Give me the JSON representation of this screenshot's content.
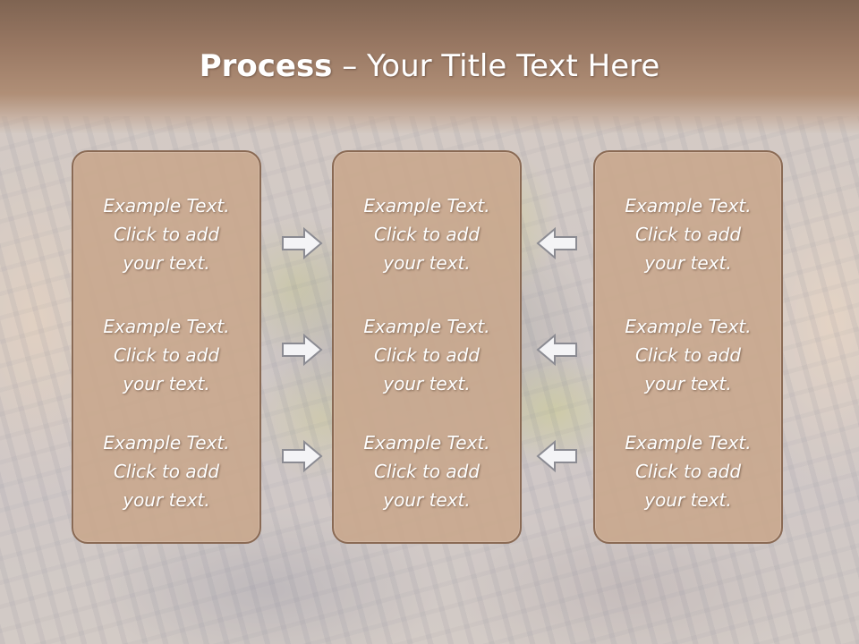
{
  "slide": {
    "title_bold": "Process",
    "title_rest": " – Your Title Text Here",
    "columns": [
      {
        "blocks": [
          "Example Text.\nClick  to add\nyour text.",
          "Example Text.\nClick  to add\nyour text.",
          "Example Text.\nClick  to add\nyour text."
        ]
      },
      {
        "blocks": [
          "Example Text.\nClick  to add\nyour text.",
          "Example Text.\nClick  to add\nyour text.",
          "Example Text.\nClick  to add\nyour text."
        ]
      },
      {
        "blocks": [
          "Example Text.\nClick  to add\nyour text.",
          "Example Text.\nClick  to add\nyour text.",
          "Example Text.\nClick  to add\nyour text."
        ]
      }
    ],
    "arrows": {
      "left_to_middle": [
        "arrow-right-icon",
        "arrow-right-icon",
        "arrow-right-icon"
      ],
      "right_to_middle": [
        "arrow-left-icon",
        "arrow-left-icon",
        "arrow-left-icon"
      ]
    }
  },
  "colors": {
    "header": "#997863",
    "box_fill": "#c9a88e",
    "box_border": "#8a6a54",
    "text": "#ffffff"
  }
}
